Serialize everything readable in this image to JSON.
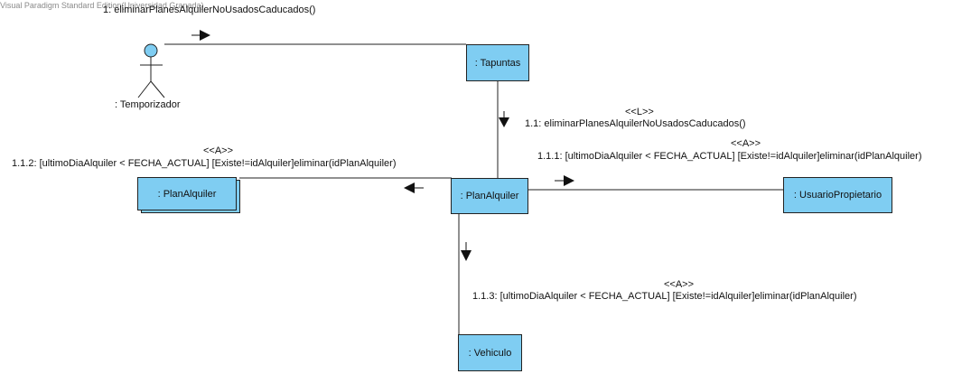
{
  "watermark": "Visual Paradigm Standard Edition(Universidad Granada)",
  "actor": {
    "name": ": Temporizador"
  },
  "lifelines": {
    "tapuntas": ": Tapuntas",
    "plan_alquiler": ": PlanAlquiler",
    "plan_alquiler_multi": ": PlanAlquiler",
    "usuario_propietario": ": UsuarioPropietario",
    "vehiculo": ": Vehiculo"
  },
  "messages": {
    "m1": {
      "text": "1: eliminarPlanesAlquilerNoUsadosCaducados()"
    },
    "m1_1": {
      "stereotype": "<<L>>",
      "text": "1.1: eliminarPlanesAlquilerNoUsadosCaducados()"
    },
    "m1_1_1": {
      "stereotype": "<<A>>",
      "text": "1.1.1: [ultimoDiaAlquiler < FECHA_ACTUAL] [Existe!=idAlquiler]eliminar(idPlanAlquiler)"
    },
    "m1_1_2": {
      "stereotype": "<<A>>",
      "text": "1.1.2: [ultimoDiaAlquiler < FECHA_ACTUAL] [Existe!=idAlquiler]eliminar(idPlanAlquiler)"
    },
    "m1_1_3": {
      "stereotype": "<<A>>",
      "text": "1.1.3: [ultimoDiaAlquiler < FECHA_ACTUAL] [Existe!=idAlquiler]eliminar(idPlanAlquiler)"
    }
  },
  "colors": {
    "object_fill": "#7fcdf2",
    "line": "#222222"
  }
}
